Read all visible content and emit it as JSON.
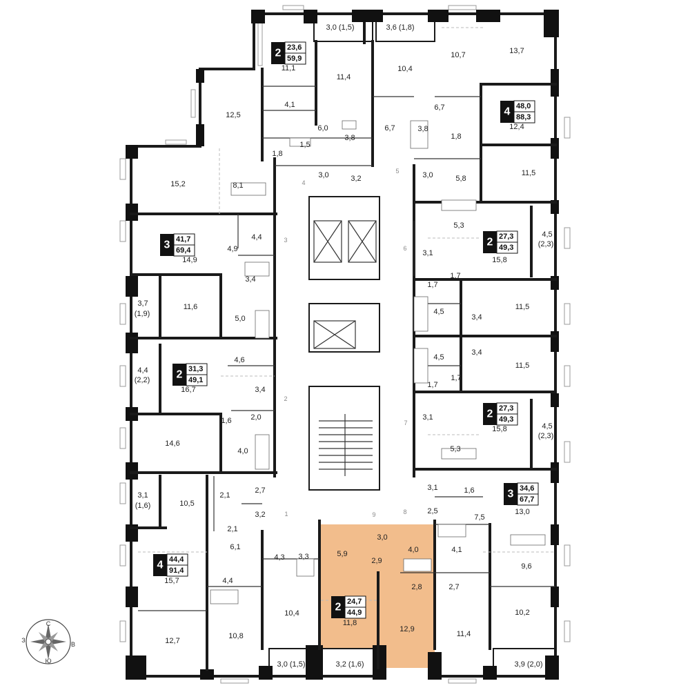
{
  "colors": {
    "highlight": "#f2bd8c",
    "wall": "#1a1a1a",
    "background": "#ffffff"
  },
  "badges": [
    {
      "id": "a",
      "rooms": "2",
      "living": "23,6",
      "total": "59,9"
    },
    {
      "id": "b",
      "rooms": "4",
      "living": "48,0",
      "total": "88,3"
    },
    {
      "id": "c",
      "rooms": "3",
      "living": "41,7",
      "total": "69,4"
    },
    {
      "id": "d",
      "rooms": "2",
      "living": "27,3",
      "total": "49,3"
    },
    {
      "id": "e",
      "rooms": "2",
      "living": "31,3",
      "total": "49,1"
    },
    {
      "id": "f",
      "rooms": "2",
      "living": "27,3",
      "total": "49,3"
    },
    {
      "id": "g",
      "rooms": "3",
      "living": "34,6",
      "total": "67,7"
    },
    {
      "id": "h",
      "rooms": "4",
      "living": "44,4",
      "total": "91,4"
    },
    {
      "id": "i",
      "rooms": "2",
      "living": "24,7",
      "total": "44,9"
    }
  ],
  "rooms": [
    "3,0 (1,5)",
    "3,6 (1,8)",
    "11,1",
    "11,4",
    "10,4",
    "10,7",
    "13,7",
    "12,5",
    "4,1",
    "6,0",
    "6,7",
    "6,7",
    "3,8",
    "3,8",
    "1,8",
    "12,4",
    "1,5",
    "1,8",
    "3,0",
    "3,2",
    "3,0",
    "5,8",
    "11,5",
    "15,2",
    "8,1",
    "5,3",
    "4,4",
    "4,9",
    "3,1",
    "4,5",
    "(2,3)",
    "14,9",
    "15,8",
    "3,4",
    "1,7",
    "1,7",
    "3,7",
    "(1,9)",
    "11,6",
    "5,0",
    "4,5",
    "3,4",
    "11,5",
    "4,4",
    "(2,2)",
    "4,6",
    "4,5",
    "3,4",
    "11,5",
    "16,7",
    "3,4",
    "1,7",
    "1,7",
    "1,6",
    "2,0",
    "3,1",
    "15,8",
    "4,5",
    "(2,3)",
    "14,6",
    "4,0",
    "5,3",
    "3,1",
    "1,6",
    "3,1",
    "(1,6)",
    "10,5",
    "2,1",
    "2,7",
    "3,2",
    "2,1",
    "2,5",
    "7,5",
    "13,0",
    "6,1",
    "3,0",
    "4,0",
    "4,3",
    "3,3",
    "5,9",
    "2,9",
    "4,1",
    "15,7",
    "4,4",
    "9,6",
    "2,8",
    "2,7",
    "10,4",
    "11,8",
    "10,8",
    "12,9",
    "11,4",
    "10,2",
    "12,7",
    "3,0 (1,5)",
    "3,2 (1,6)",
    "3,9 (2,0)"
  ],
  "entrances": [
    "1",
    "2",
    "3",
    "4",
    "5",
    "6",
    "7",
    "8",
    "9"
  ],
  "compass": {
    "north": "С",
    "south": "Ю",
    "east": "В",
    "west": "З"
  }
}
